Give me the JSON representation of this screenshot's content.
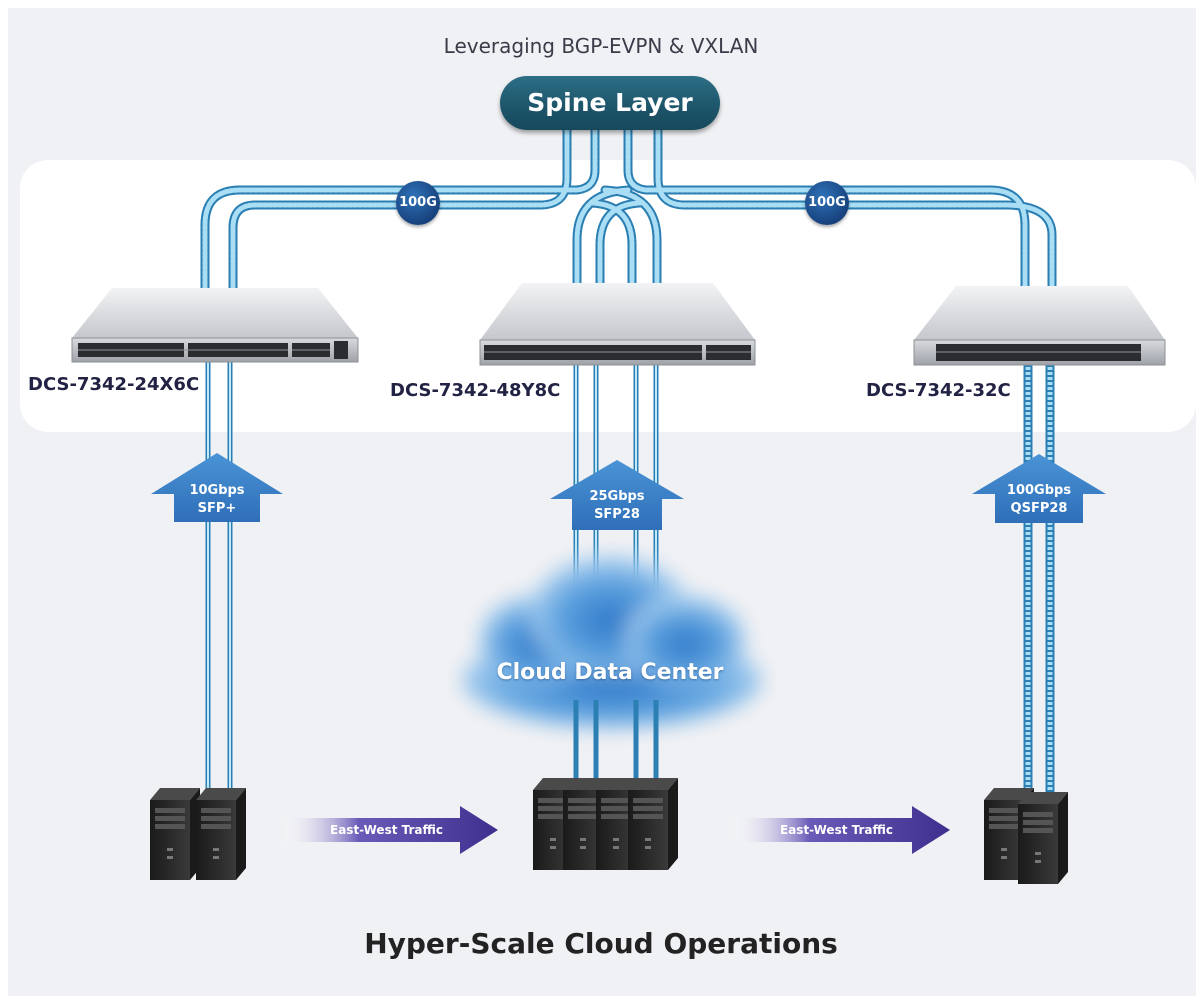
{
  "subtitle": "Leveraging BGP-EVPN & VXLAN",
  "spine": {
    "label": "Spine Layer"
  },
  "uplink_badges": [
    "100G",
    "100G"
  ],
  "switches": [
    {
      "model": "DCS-7342-24X6C"
    },
    {
      "model": "DCS-7342-48Y8C"
    },
    {
      "model": "DCS-7342-32C"
    }
  ],
  "downlinks": [
    {
      "speed": "10Gbps",
      "interface": "SFP+"
    },
    {
      "speed": "25Gbps",
      "interface": "SFP28"
    },
    {
      "speed": "100Gbps",
      "interface": "QSFP28"
    }
  ],
  "cloud": {
    "label": "Cloud Data Center"
  },
  "traffic": [
    "East-West Traffic",
    "East-West Traffic"
  ],
  "footer": "Hyper-Scale Cloud Operations",
  "colors": {
    "spine_pill": "#1d5469",
    "cable": "#7cc6ea",
    "badge": "#1e4f8f",
    "upload_arrow": "#3f86cf",
    "traffic_arrow": "#4a3f9c"
  }
}
